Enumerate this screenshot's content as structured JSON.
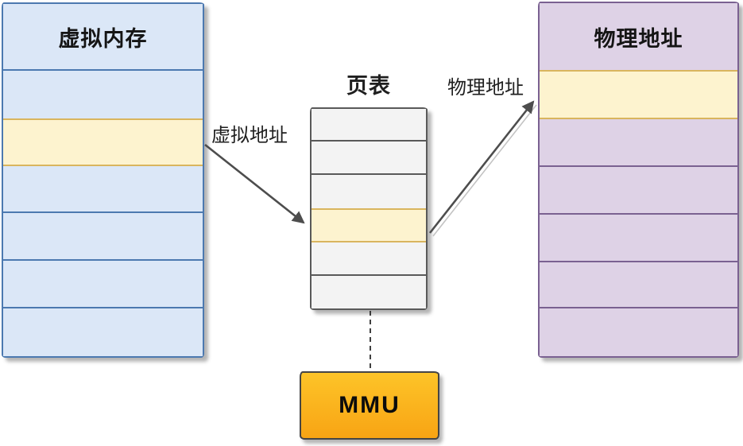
{
  "colors": {
    "vm_fill": "#dbe7f7",
    "vm_border": "#4c79b0",
    "pt_fill": "#f3f3f3",
    "pt_border": "#595959",
    "pm_fill": "#ded2e6",
    "pm_border": "#7a6191",
    "highlight_fill": "#fdf3cf",
    "highlight_border": "#d9b55e",
    "mmu_top": "#fdc428",
    "mmu_bottom": "#f8a414",
    "mmu_border": "#454545",
    "arrow": "#4d4d4d"
  },
  "virtual_memory": {
    "title": "虚拟内存",
    "row_count": 7,
    "highlight_row": 3
  },
  "page_table": {
    "title": "页表",
    "row_count": 6,
    "highlight_row": 4
  },
  "physical_memory": {
    "title": "物理地址",
    "row_count": 7,
    "highlight_row": 2
  },
  "mmu": {
    "label": "MMU"
  },
  "arrows": {
    "virtual_address_label": "虚拟地址",
    "physical_address_label": "物理地址"
  }
}
